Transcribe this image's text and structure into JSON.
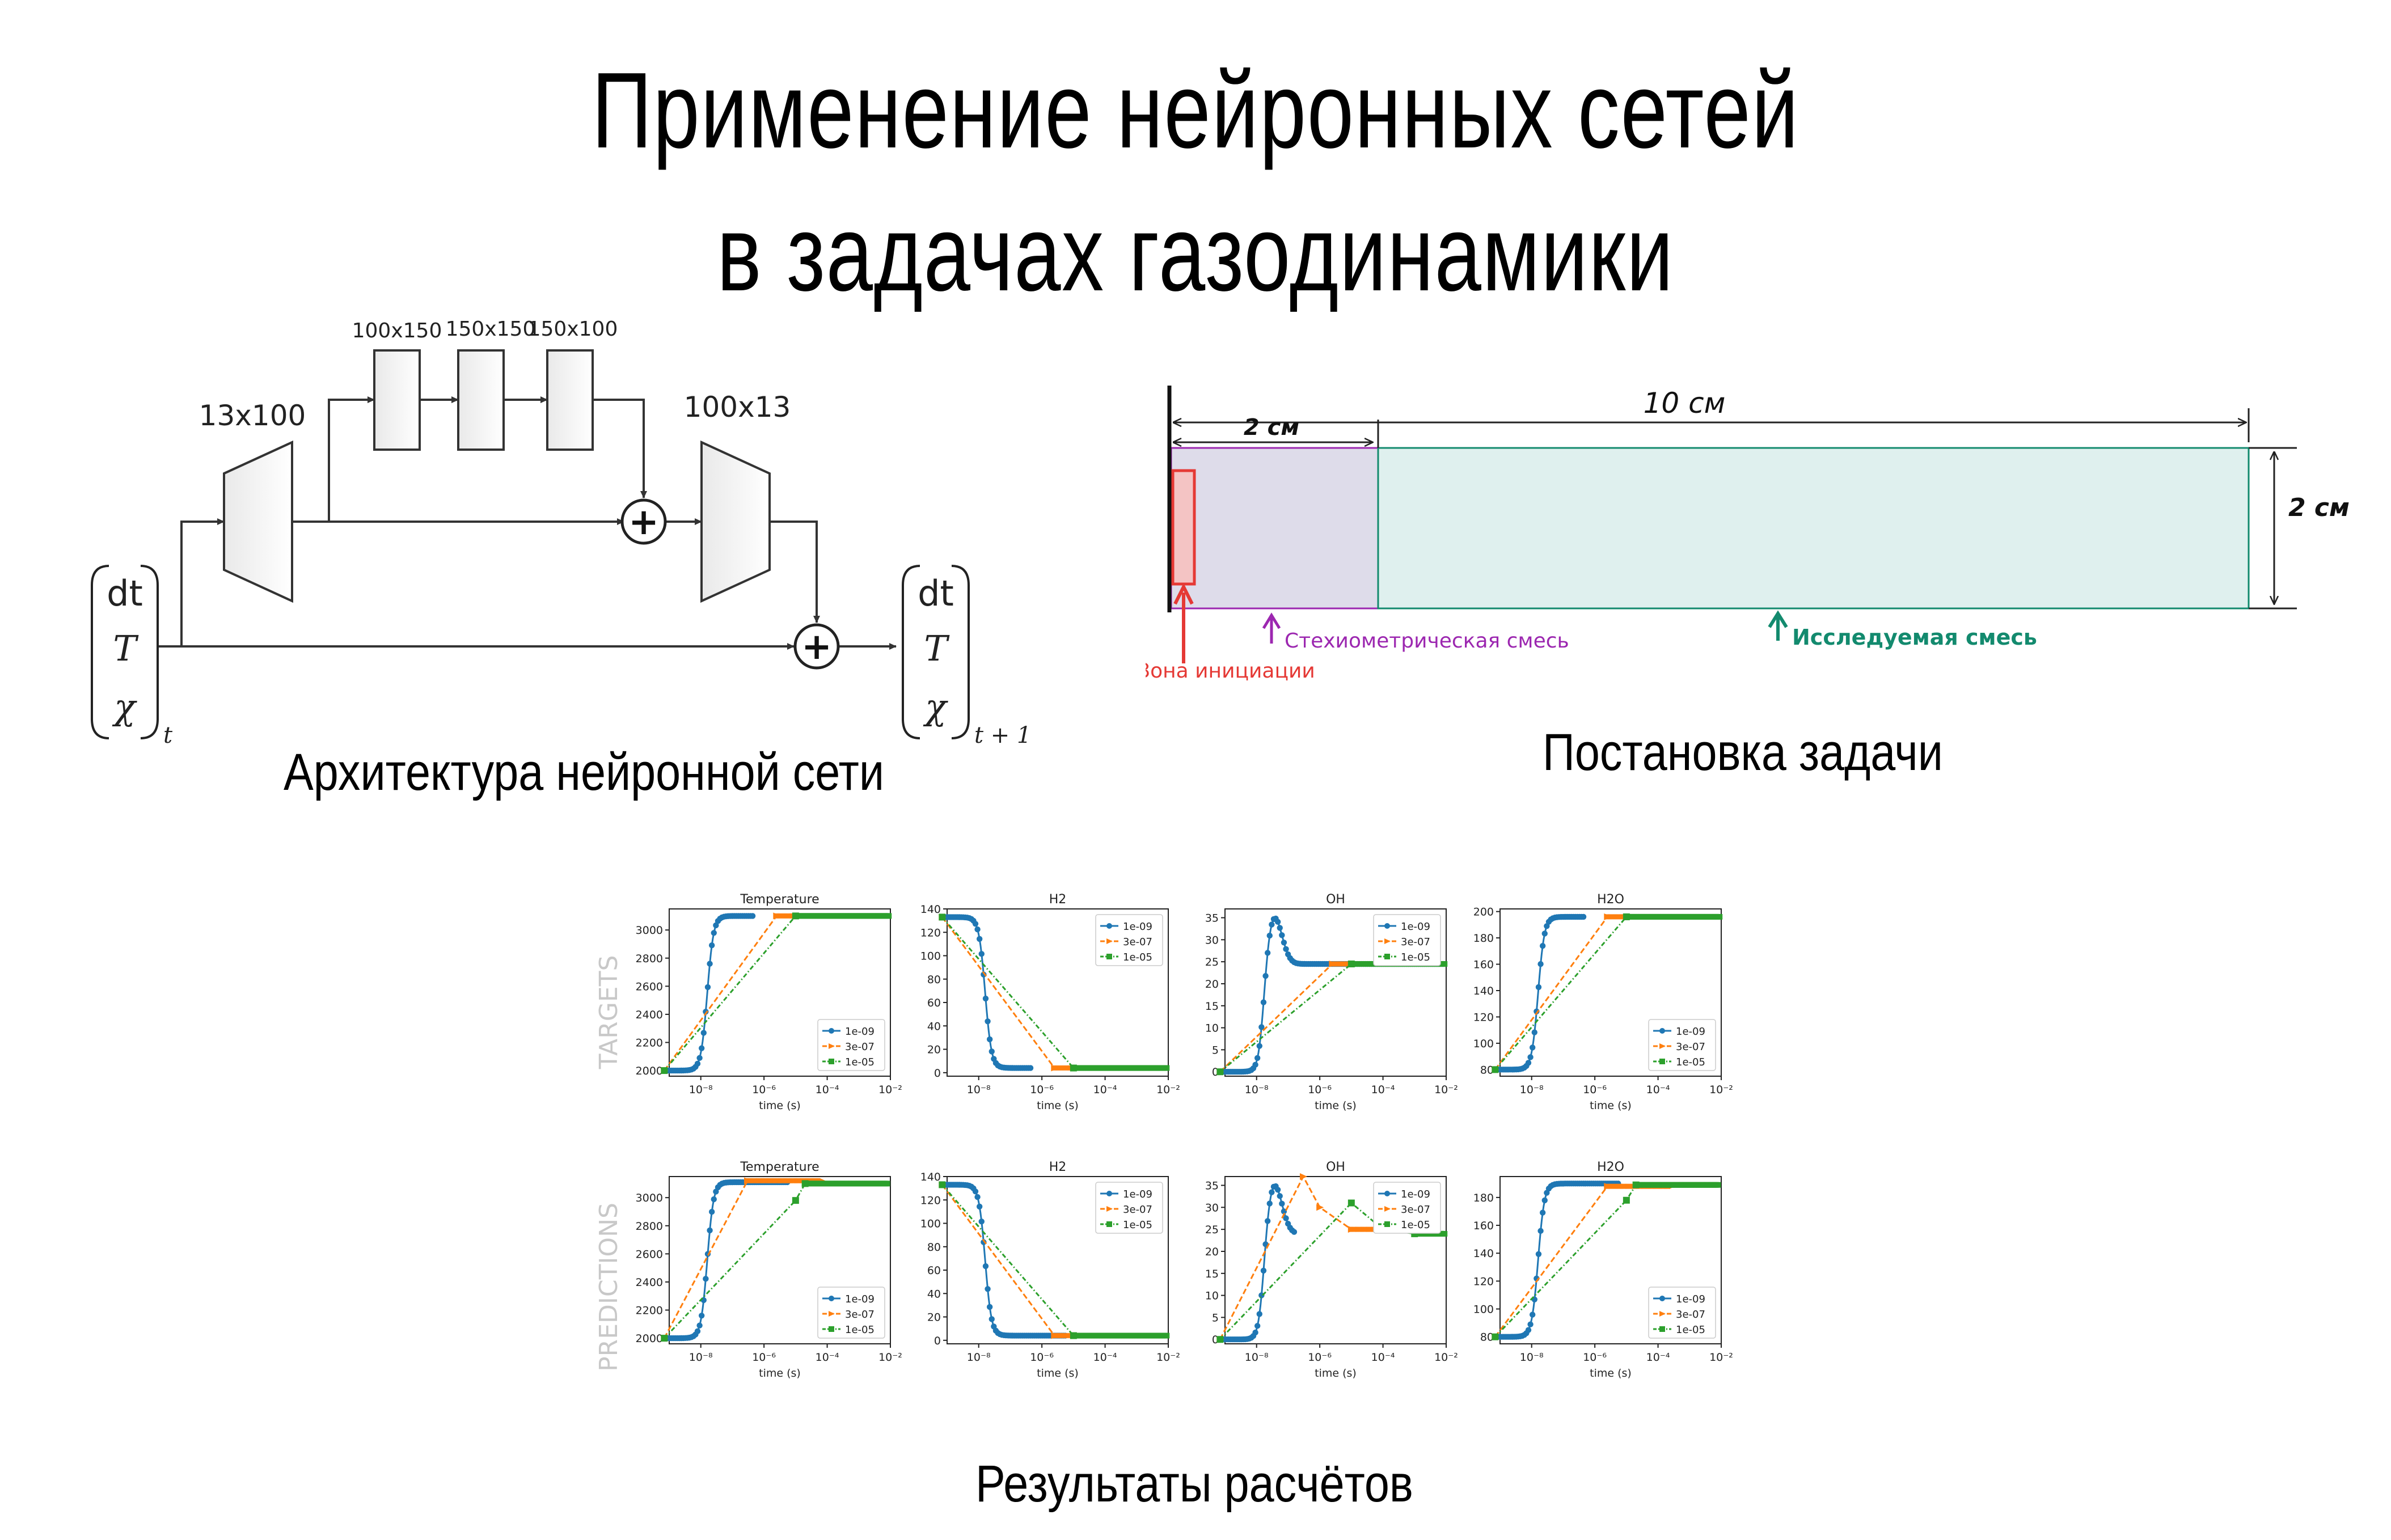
{
  "title": {
    "line1": "Применение нейронных сетей",
    "line2": "в задачах газодинамики"
  },
  "architecture": {
    "caption": "Архитектура нейронной сети",
    "encoder_label": "13x100",
    "residual_blocks": [
      "100x150",
      "150x150",
      "150x100"
    ],
    "decoder_label": "100x13",
    "input_vector": [
      "dt",
      "T",
      "χ"
    ],
    "input_subscript": "t",
    "output_vector": [
      "dt",
      "T",
      "χ"
    ],
    "output_subscript": "t + 1",
    "sum_symbol": "+"
  },
  "setup": {
    "caption": "Постановка задачи",
    "length_label": "10 см",
    "stoich_length_label": "2 см",
    "height_label": "2 см",
    "zone_init_label": "Зона инициации",
    "stoich_label": "Стехиометрическая смесь",
    "studied_label": "Исследуемая смесь",
    "colors": {
      "init": "#e53935",
      "stoich": "#9c27b0",
      "studied": "#138a6e",
      "stoich_fill": "#dedcea",
      "studied_fill": "#dff0ee"
    }
  },
  "results": {
    "caption": "Результаты расчётов",
    "row_labels": [
      "TARGETS",
      "PREDICTIONS"
    ],
    "xlabel": "time (s)",
    "x_ticks": [
      "10⁻⁸",
      "10⁻⁶",
      "10⁻⁴",
      "10⁻²"
    ],
    "legend": [
      "1e-09",
      "3e-07",
      "1e-05"
    ],
    "colors": [
      "#1f77b4",
      "#ff7f0e",
      "#2ca02c"
    ]
  },
  "chart_data": [
    {
      "type": "line",
      "title": "Temperature",
      "xlabel": "time (s)",
      "ylabel": "",
      "xscale": "log",
      "xlim": [
        1e-09,
        0.01
      ],
      "ylim": [
        1960,
        3150
      ],
      "y_ticks": [
        2000,
        2200,
        2400,
        2600,
        2800,
        3000
      ],
      "legend": "bottom-right",
      "start": 2000,
      "steady": 3100,
      "dt_interp": [
        [
          7e-10,
          2000
        ],
        [
          2.5e-06,
          3100
        ]
      ],
      "green": [
        [
          7e-10,
          2000
        ],
        [
          1e-05,
          3100
        ]
      ]
    },
    {
      "type": "line",
      "title": "H2",
      "xlabel": "time (s)",
      "ylabel": "",
      "xscale": "log",
      "xlim": [
        1e-09,
        0.01
      ],
      "ylim": [
        -3,
        140
      ],
      "y_ticks": [
        0,
        20,
        40,
        60,
        80,
        100,
        120,
        140
      ],
      "legend": "top-right",
      "start": 133,
      "steady": 4,
      "orange": [
        [
          7e-10,
          133
        ],
        [
          2.5e-06,
          4
        ]
      ],
      "green": [
        [
          7e-10,
          133
        ],
        [
          1e-05,
          4
        ]
      ]
    },
    {
      "type": "line",
      "title": "OH",
      "xlabel": "time (s)",
      "ylabel": "",
      "xscale": "log",
      "xlim": [
        1e-09,
        0.01
      ],
      "ylim": [
        -1,
        37
      ],
      "y_ticks": [
        0,
        5,
        10,
        15,
        20,
        25,
        30,
        35
      ],
      "legend": "top-right",
      "start": 0,
      "peak": 35.5,
      "steady": 24.5,
      "orange": [
        [
          7e-10,
          0
        ],
        [
          2.5e-06,
          24.5
        ]
      ],
      "green": [
        [
          7e-10,
          0
        ],
        [
          1e-05,
          24.5
        ]
      ]
    },
    {
      "type": "line",
      "title": "H2O",
      "xlabel": "time (s)",
      "ylabel": "",
      "xscale": "log",
      "xlim": [
        1e-09,
        0.01
      ],
      "ylim": [
        75,
        202
      ],
      "y_ticks": [
        80,
        100,
        120,
        140,
        160,
        180,
        200
      ],
      "legend": "bottom-right",
      "start": 80,
      "steady": 196,
      "orange": [
        [
          7e-10,
          80
        ],
        [
          2.5e-06,
          196
        ]
      ],
      "green": [
        [
          7e-10,
          80
        ],
        [
          1e-05,
          196
        ]
      ]
    },
    {
      "type": "line",
      "title": "Temperature",
      "xlabel": "time (s)",
      "ylabel": "",
      "xscale": "log",
      "xlim": [
        1e-09,
        0.01
      ],
      "ylim": [
        1960,
        3150
      ],
      "y_ticks": [
        2000,
        2200,
        2400,
        2600,
        2800,
        3000
      ],
      "legend": "bottom-right",
      "start": 2000,
      "steady": 3110,
      "orange": [
        [
          7e-10,
          2000
        ],
        [
          3e-07,
          3120
        ]
      ],
      "green": [
        [
          7e-10,
          2000
        ],
        [
          1e-05,
          2980
        ],
        [
          2e-05,
          3100
        ]
      ]
    },
    {
      "type": "line",
      "title": "H2",
      "xlabel": "time (s)",
      "ylabel": "",
      "xscale": "log",
      "xlim": [
        1e-09,
        0.01
      ],
      "ylim": [
        -3,
        140
      ],
      "y_ticks": [
        0,
        20,
        40,
        60,
        80,
        100,
        120,
        140
      ],
      "legend": "top-right",
      "start": 133,
      "steady": 4,
      "orange": [
        [
          7e-10,
          133
        ],
        [
          2.5e-06,
          4
        ]
      ],
      "green": [
        [
          7e-10,
          133
        ],
        [
          1e-05,
          4
        ]
      ]
    },
    {
      "type": "line",
      "title": "OH",
      "xlabel": "time (s)",
      "ylabel": "",
      "xscale": "log",
      "xlim": [
        1e-09,
        0.01
      ],
      "ylim": [
        -1,
        37
      ],
      "y_ticks": [
        0,
        5,
        10,
        15,
        20,
        25,
        30,
        35
      ],
      "legend": "top-right",
      "start": 0,
      "peak": 35.5,
      "steady": 24,
      "orange": [
        [
          7e-10,
          0
        ],
        [
          3e-07,
          37
        ],
        [
          1e-06,
          30
        ],
        [
          1e-05,
          25
        ]
      ],
      "green": [
        [
          7e-10,
          0
        ],
        [
          1e-05,
          31
        ],
        [
          0.0001,
          25
        ],
        [
          0.001,
          24
        ]
      ]
    },
    {
      "type": "line",
      "title": "H2O",
      "xlabel": "time (s)",
      "ylabel": "",
      "xscale": "log",
      "xlim": [
        1e-09,
        0.01
      ],
      "ylim": [
        75,
        195
      ],
      "y_ticks": [
        80,
        100,
        120,
        140,
        160,
        180
      ],
      "legend": "bottom-right",
      "start": 80,
      "steady": 190,
      "orange": [
        [
          7e-10,
          80
        ],
        [
          2.5e-06,
          188
        ]
      ],
      "green": [
        [
          7e-10,
          80
        ],
        [
          1e-05,
          178
        ],
        [
          2e-05,
          189
        ]
      ]
    }
  ]
}
